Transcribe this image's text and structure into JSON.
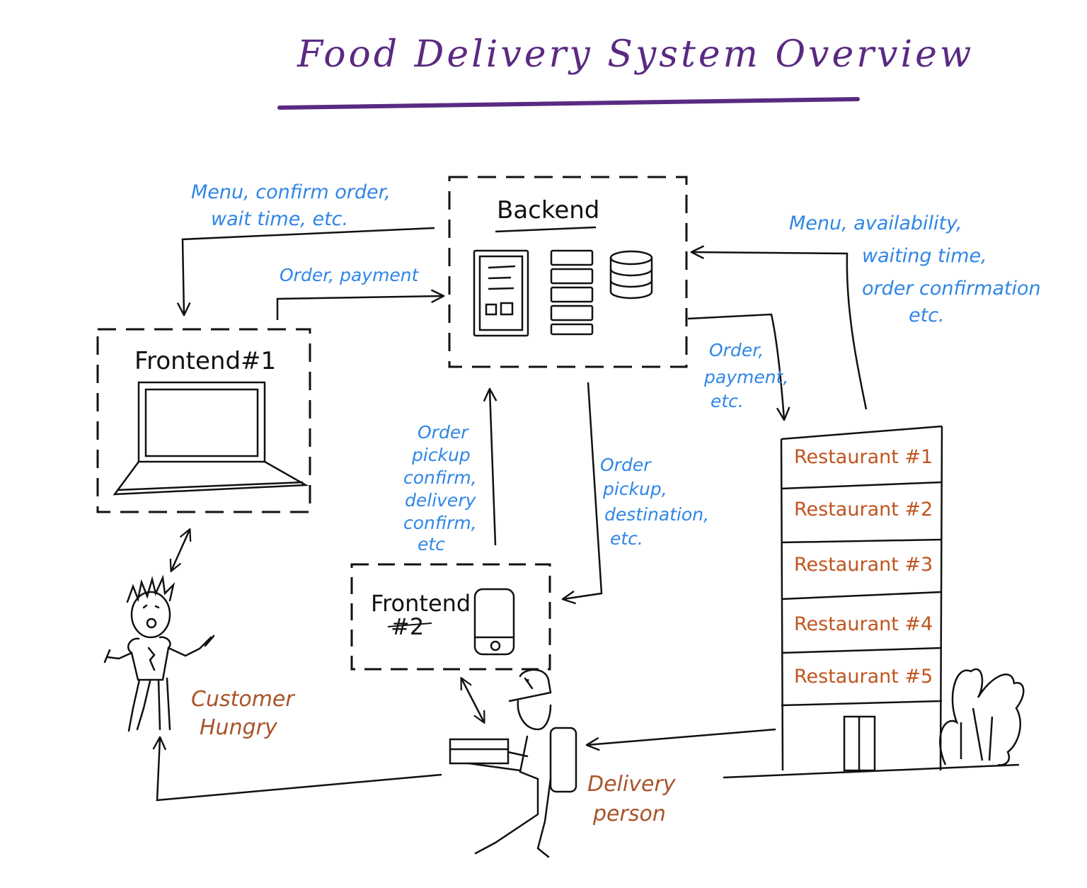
{
  "title": "Food Delivery System Overview",
  "colors": {
    "title": "#5a2a82",
    "ink": "#111111",
    "flow_label": "#2f86e6",
    "actor_label": "#a8542a",
    "restaurant_label": "#c0541f"
  },
  "nodes": {
    "backend": {
      "label": "Backend"
    },
    "frontend1": {
      "label": "Frontend#1"
    },
    "frontend2": {
      "label_line1": "Frontend",
      "label_line2": "#2"
    },
    "restaurants": [
      "Restaurant #1",
      "Restaurant #2",
      "Restaurant #3",
      "Restaurant #4",
      "Restaurant #5"
    ],
    "customer": {
      "label_line1": "Customer",
      "label_line2": "Hungry"
    },
    "delivery": {
      "label_line1": "Delivery",
      "label_line2": "person"
    }
  },
  "edges": {
    "backend_to_frontend1": {
      "line1": "Menu, confirm order,",
      "line2": "wait time, etc."
    },
    "frontend1_to_backend": {
      "text": "Order, payment"
    },
    "restaurants_to_backend": {
      "line1": "Menu, availability,",
      "line2": "waiting time,",
      "line3": "order confirmation",
      "line4": "etc."
    },
    "backend_to_restaurants": {
      "line1": "Order,",
      "line2": "payment,",
      "line3": "etc."
    },
    "frontend2_to_backend": {
      "line1": "Order",
      "line2": "pickup",
      "line3": "confirm,",
      "line4": "delivery",
      "line5": "confirm,",
      "line6": "etc"
    },
    "backend_to_frontend2": {
      "line1": "Order",
      "line2": "pickup,",
      "line3": "destination,",
      "line4": "etc."
    }
  },
  "icons": [
    "laptop-icon",
    "server-rack-icon",
    "database-icon",
    "mobile-phone-icon",
    "building-icon",
    "bush-icon",
    "customer-figure",
    "delivery-person-figure"
  ]
}
